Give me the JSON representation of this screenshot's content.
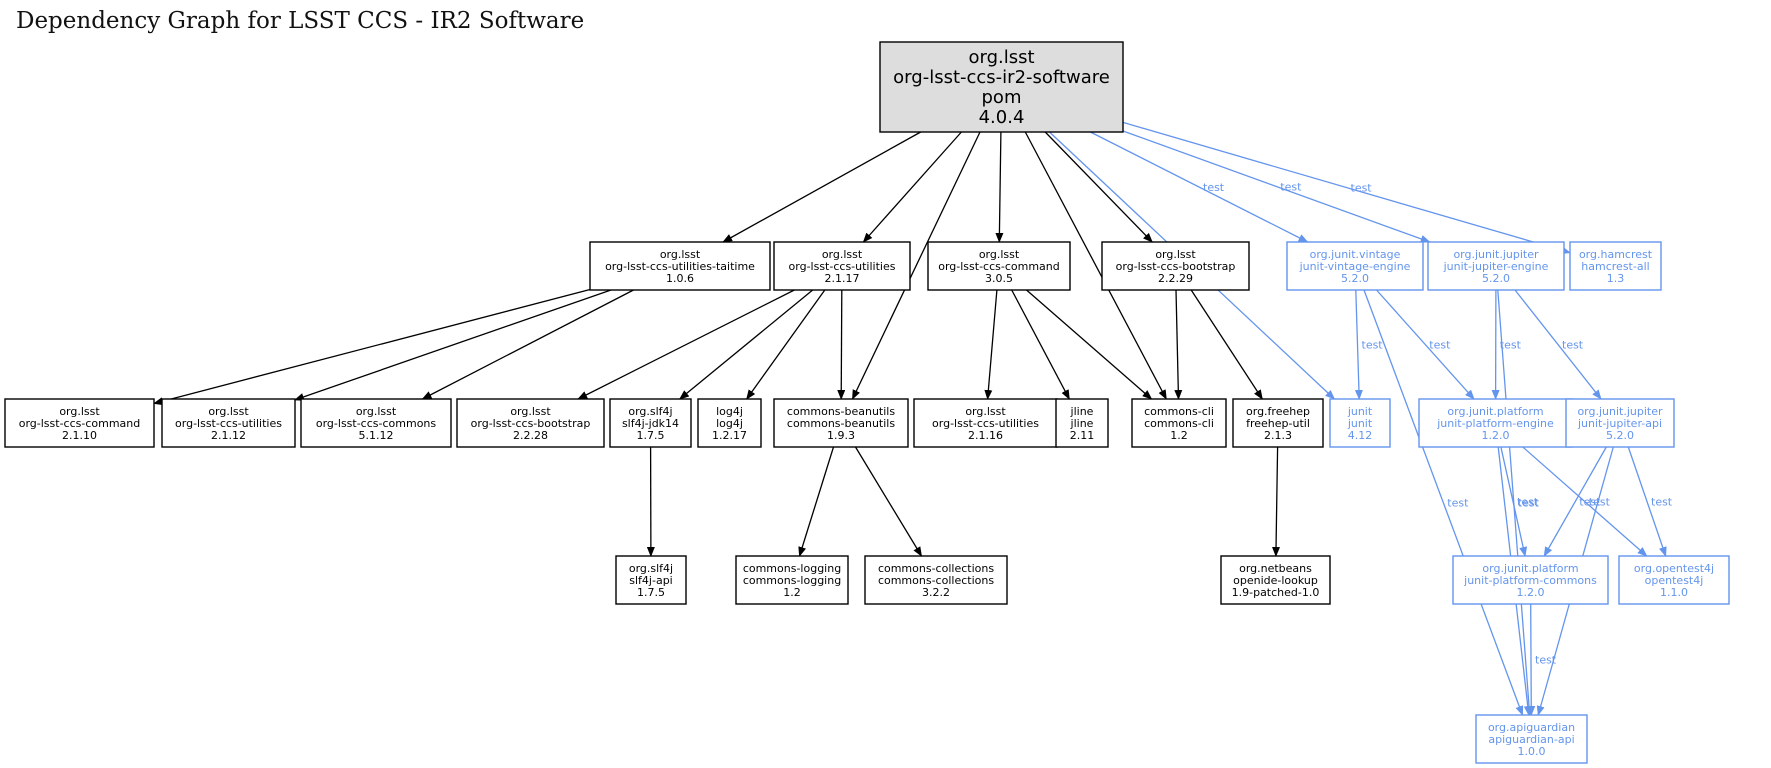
{
  "title": "Dependency Graph for LSST CCS - IR2 Software",
  "colors": {
    "compile": "#000000",
    "test": "#6495ed",
    "root_fill": "#dddddd",
    "node_fill": "#ffffff"
  },
  "nodes": [
    {
      "id": "root",
      "group": "org.lsst",
      "artifact": "org-lsst-ccs-ir2-software",
      "packaging": "pom",
      "version": "4.0.4",
      "scope": "root"
    },
    {
      "id": "taitime",
      "group": "org.lsst",
      "artifact": "org-lsst-ccs-utilities-taitime",
      "version": "1.0.6",
      "scope": "compile"
    },
    {
      "id": "util2117",
      "group": "org.lsst",
      "artifact": "org-lsst-ccs-utilities",
      "version": "2.1.17",
      "scope": "compile"
    },
    {
      "id": "cmd305",
      "group": "org.lsst",
      "artifact": "org-lsst-ccs-command",
      "version": "3.0.5",
      "scope": "compile"
    },
    {
      "id": "boot2229",
      "group": "org.lsst",
      "artifact": "org-lsst-ccs-bootstrap",
      "version": "2.2.29",
      "scope": "compile"
    },
    {
      "id": "vintage",
      "group": "org.junit.vintage",
      "artifact": "junit-vintage-engine",
      "version": "5.2.0",
      "scope": "test"
    },
    {
      "id": "jupeng",
      "group": "org.junit.jupiter",
      "artifact": "junit-jupiter-engine",
      "version": "5.2.0",
      "scope": "test"
    },
    {
      "id": "hamcrest",
      "group": "org.hamcrest",
      "artifact": "hamcrest-all",
      "version": "1.3",
      "scope": "test"
    },
    {
      "id": "cmd2110",
      "group": "org.lsst",
      "artifact": "org-lsst-ccs-command",
      "version": "2.1.10",
      "scope": "compile"
    },
    {
      "id": "util2112",
      "group": "org.lsst",
      "artifact": "org-lsst-ccs-utilities",
      "version": "2.1.12",
      "scope": "compile"
    },
    {
      "id": "commons5112",
      "group": "org.lsst",
      "artifact": "org-lsst-ccs-commons",
      "version": "5.1.12",
      "scope": "compile"
    },
    {
      "id": "boot2228",
      "group": "org.lsst",
      "artifact": "org-lsst-ccs-bootstrap",
      "version": "2.2.28",
      "scope": "compile"
    },
    {
      "id": "slf4jjdk",
      "group": "org.slf4j",
      "artifact": "slf4j-jdk14",
      "version": "1.7.5",
      "scope": "compile"
    },
    {
      "id": "log4j",
      "group": "log4j",
      "artifact": "log4j",
      "version": "1.2.17",
      "scope": "compile"
    },
    {
      "id": "beanutils",
      "group": "commons-beanutils",
      "artifact": "commons-beanutils",
      "version": "1.9.3",
      "scope": "compile"
    },
    {
      "id": "util2116",
      "group": "org.lsst",
      "artifact": "org-lsst-ccs-utilities",
      "version": "2.1.16",
      "scope": "compile"
    },
    {
      "id": "jline",
      "group": "jline",
      "artifact": "jline",
      "version": "2.11",
      "scope": "compile"
    },
    {
      "id": "cli",
      "group": "commons-cli",
      "artifact": "commons-cli",
      "version": "1.2",
      "scope": "compile"
    },
    {
      "id": "freehep",
      "group": "org.freehep",
      "artifact": "freehep-util",
      "version": "2.1.3",
      "scope": "compile"
    },
    {
      "id": "junit",
      "group": "junit",
      "artifact": "junit",
      "version": "4.12",
      "scope": "test"
    },
    {
      "id": "platengine",
      "group": "org.junit.platform",
      "artifact": "junit-platform-engine",
      "version": "1.2.0",
      "scope": "test"
    },
    {
      "id": "jupapi",
      "group": "org.junit.jupiter",
      "artifact": "junit-jupiter-api",
      "version": "5.2.0",
      "scope": "test"
    },
    {
      "id": "slf4japi",
      "group": "org.slf4j",
      "artifact": "slf4j-api",
      "version": "1.7.5",
      "scope": "compile"
    },
    {
      "id": "logging",
      "group": "commons-logging",
      "artifact": "commons-logging",
      "version": "1.2",
      "scope": "compile"
    },
    {
      "id": "collections",
      "group": "commons-collections",
      "artifact": "commons-collections",
      "version": "3.2.2",
      "scope": "compile"
    },
    {
      "id": "openide",
      "group": "org.netbeans",
      "artifact": "openide-lookup",
      "version": "1.9-patched-1.0",
      "scope": "compile"
    },
    {
      "id": "platcommons",
      "group": "org.junit.platform",
      "artifact": "junit-platform-commons",
      "version": "1.2.0",
      "scope": "test"
    },
    {
      "id": "opentest4j",
      "group": "org.opentest4j",
      "artifact": "opentest4j",
      "version": "1.1.0",
      "scope": "test"
    },
    {
      "id": "apiguardian",
      "group": "org.apiguardian",
      "artifact": "apiguardian-api",
      "version": "1.0.0",
      "scope": "test"
    }
  ],
  "edges": [
    {
      "from": "root",
      "to": "taitime",
      "label": ""
    },
    {
      "from": "root",
      "to": "util2117",
      "label": ""
    },
    {
      "from": "root",
      "to": "beanutils",
      "label": ""
    },
    {
      "from": "root",
      "to": "cmd305",
      "label": ""
    },
    {
      "from": "root",
      "to": "cli",
      "label": ""
    },
    {
      "from": "root",
      "to": "boot2229",
      "label": ""
    },
    {
      "from": "root",
      "to": "junit",
      "label": "test"
    },
    {
      "from": "root",
      "to": "vintage",
      "label": "test"
    },
    {
      "from": "root",
      "to": "jupeng",
      "label": "test"
    },
    {
      "from": "root",
      "to": "hamcrest",
      "label": "test"
    },
    {
      "from": "taitime",
      "to": "cmd2110",
      "label": ""
    },
    {
      "from": "taitime",
      "to": "util2112",
      "label": ""
    },
    {
      "from": "taitime",
      "to": "commons5112",
      "label": ""
    },
    {
      "from": "util2117",
      "to": "boot2228",
      "label": ""
    },
    {
      "from": "util2117",
      "to": "slf4jjdk",
      "label": ""
    },
    {
      "from": "util2117",
      "to": "log4j",
      "label": ""
    },
    {
      "from": "util2117",
      "to": "beanutils",
      "label": ""
    },
    {
      "from": "cmd305",
      "to": "util2116",
      "label": ""
    },
    {
      "from": "cmd305",
      "to": "jline",
      "label": ""
    },
    {
      "from": "cmd305",
      "to": "cli",
      "label": ""
    },
    {
      "from": "boot2229",
      "to": "cli",
      "label": ""
    },
    {
      "from": "boot2229",
      "to": "freehep",
      "label": ""
    },
    {
      "from": "vintage",
      "to": "junit",
      "label": "test"
    },
    {
      "from": "vintage",
      "to": "platengine",
      "label": "test"
    },
    {
      "from": "vintage",
      "to": "apiguardian",
      "label": "test"
    },
    {
      "from": "jupeng",
      "to": "platengine",
      "label": "test"
    },
    {
      "from": "jupeng",
      "to": "jupapi",
      "label": "test"
    },
    {
      "from": "jupeng",
      "to": "apiguardian",
      "label": "test"
    },
    {
      "from": "slf4jjdk",
      "to": "slf4japi",
      "label": ""
    },
    {
      "from": "beanutils",
      "to": "logging",
      "label": ""
    },
    {
      "from": "beanutils",
      "to": "collections",
      "label": ""
    },
    {
      "from": "freehep",
      "to": "openide",
      "label": ""
    },
    {
      "from": "platengine",
      "to": "platcommons",
      "label": "test"
    },
    {
      "from": "platengine",
      "to": "opentest4j",
      "label": "test"
    },
    {
      "from": "platengine",
      "to": "apiguardian",
      "label": "test"
    },
    {
      "from": "jupapi",
      "to": "platcommons",
      "label": "test"
    },
    {
      "from": "jupapi",
      "to": "opentest4j",
      "label": "test"
    },
    {
      "from": "jupapi",
      "to": "apiguardian",
      "label": "test"
    },
    {
      "from": "platcommons",
      "to": "apiguardian",
      "label": "test"
    }
  ]
}
